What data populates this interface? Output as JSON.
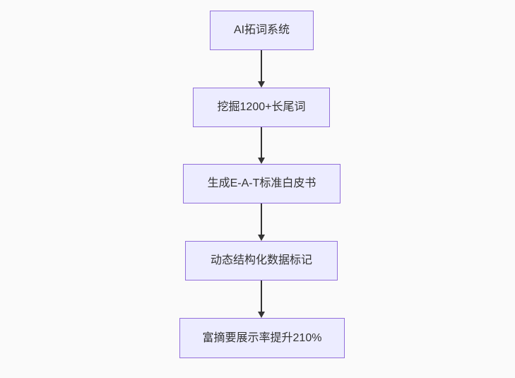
{
  "flowchart": {
    "type": "flowchart",
    "direction": "top-down",
    "background_color": "#fafafa",
    "node_fill_color": "#ececff",
    "node_border_color": "#9370db",
    "edge_color": "#333333",
    "text_color": "#333333",
    "nodes": [
      {
        "id": "n1",
        "label": "AI拓词系统"
      },
      {
        "id": "n2",
        "label": "挖掘1200+长尾词"
      },
      {
        "id": "n3",
        "label": "生成E-A-T标准白皮书"
      },
      {
        "id": "n4",
        "label": "动态结构化数据标记"
      },
      {
        "id": "n5",
        "label": "富摘要展示率提升210%"
      }
    ],
    "edges": [
      {
        "from": "n1",
        "to": "n2",
        "style": "arrow-down"
      },
      {
        "from": "n2",
        "to": "n3",
        "style": "arrow-down"
      },
      {
        "from": "n3",
        "to": "n4",
        "style": "arrow-down"
      },
      {
        "from": "n4",
        "to": "n5",
        "style": "arrow-down"
      }
    ]
  }
}
